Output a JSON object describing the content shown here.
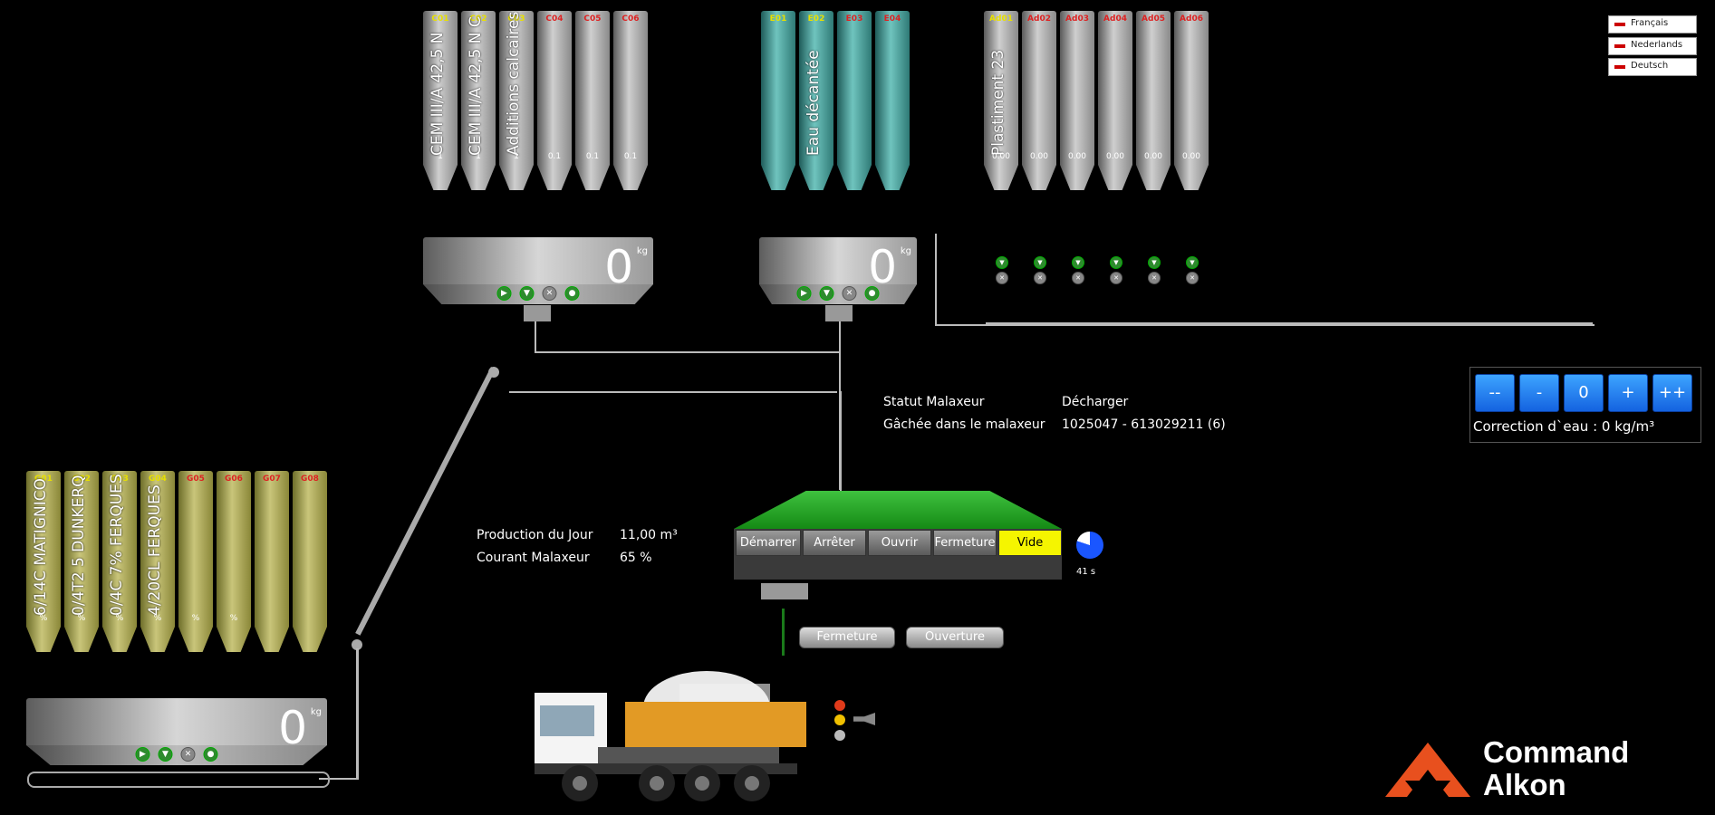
{
  "languages": [
    "Français",
    "Nederlands",
    "Deutsch"
  ],
  "cement_silos": [
    {
      "code": "C01",
      "label": "CEM III/A 42,5 N",
      "value": "1"
    },
    {
      "code": "C02",
      "label": "CEM III/A 42,5 N C",
      "value": "1"
    },
    {
      "code": "C03",
      "label": "Additions calcaires",
      "value": "1"
    },
    {
      "code": "C04",
      "label": "",
      "value": "0.1"
    },
    {
      "code": "C05",
      "label": "",
      "value": "0.1"
    },
    {
      "code": "C06",
      "label": "",
      "value": "0.1"
    }
  ],
  "water_silos": [
    {
      "code": "E01",
      "label": ""
    },
    {
      "code": "E02",
      "label": "Eau décantée"
    },
    {
      "code": "E03",
      "label": ""
    },
    {
      "code": "E04",
      "label": ""
    }
  ],
  "admixture_silos": [
    {
      "code": "Ad01",
      "label": "Plastiment 23",
      "value": "0.00"
    },
    {
      "code": "Ad02",
      "label": "",
      "value": "0.00"
    },
    {
      "code": "Ad03",
      "label": "",
      "value": "0.00"
    },
    {
      "code": "Ad04",
      "label": "",
      "value": "0.00"
    },
    {
      "code": "Ad05",
      "label": "",
      "value": "0.00"
    },
    {
      "code": "Ad06",
      "label": "",
      "value": "0.00"
    }
  ],
  "aggregate_silos": [
    {
      "code": "G01",
      "label": "6/14C MATIGNICO",
      "value": "%"
    },
    {
      "code": "G02",
      "label": "0/4T2 5 DUNKERQ",
      "value": "%"
    },
    {
      "code": "G03",
      "label": "0/4C 7% FERQUES",
      "value": "%"
    },
    {
      "code": "G04",
      "label": "4/20CL FERQUES",
      "value": "%"
    },
    {
      "code": "G05",
      "label": "",
      "value": "%"
    },
    {
      "code": "G06",
      "label": "",
      "value": "%"
    },
    {
      "code": "G07",
      "label": "",
      "value": ""
    },
    {
      "code": "G08",
      "label": "",
      "value": ""
    }
  ],
  "hoppers": {
    "cement": {
      "value": "0",
      "unit": "kg"
    },
    "water": {
      "value": "0",
      "unit": "kg"
    },
    "aggregate": {
      "value": "0",
      "unit": "kg"
    }
  },
  "mixer": {
    "status_label": "Statut Malaxeur",
    "status_value": "Décharger",
    "batch_label": "Gâchée dans le malaxeur",
    "batch_value": "1025047 - 613029211 (6)",
    "production_label": "Production du Jour",
    "production_value": "11,00 m³",
    "current_label": "Courant Malaxeur",
    "current_value": "65 %",
    "buttons": [
      "Démarrer",
      "Arrêter",
      "Ouvrir",
      "Fermeture",
      "Vide"
    ],
    "timer": "41 s",
    "gate_buttons": [
      "Fermeture",
      "Ouverture"
    ]
  },
  "water_correction": {
    "buttons": [
      "--",
      "-",
      "0",
      "+",
      "++"
    ],
    "text": "Correction d`eau : 0  kg/m³"
  },
  "brand": {
    "line1": "Command",
    "line2": "Alkon",
    "accent": "#e8501e"
  }
}
